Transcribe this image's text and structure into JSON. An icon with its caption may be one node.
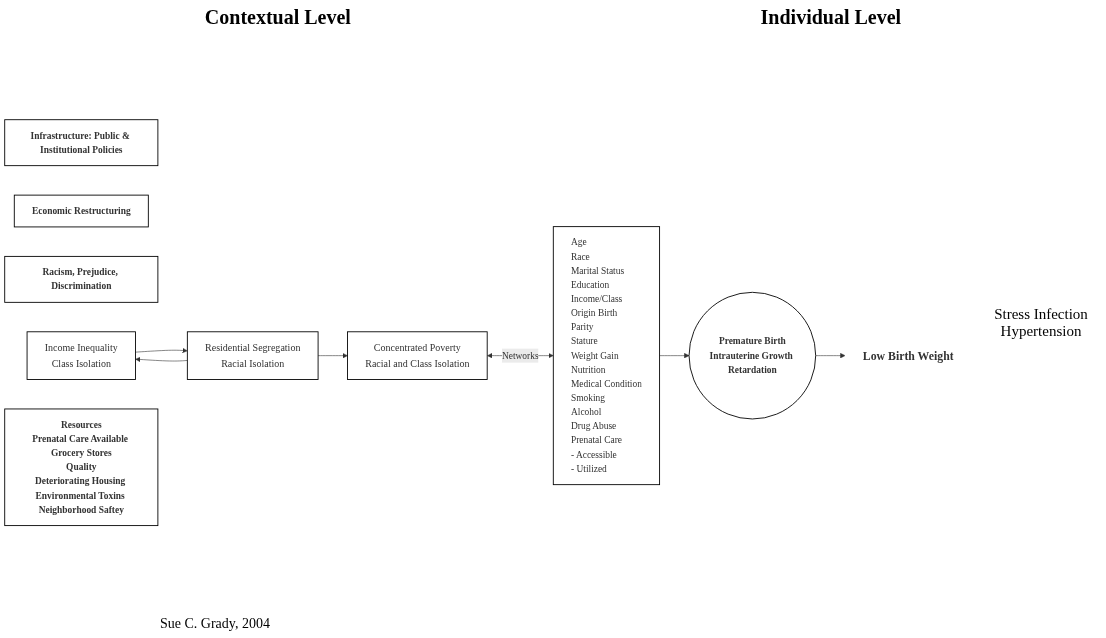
{
  "diagram": {
    "caption": "Sue C. Grady, 2004",
    "nodes": [
      {
        "text": [
          "Infrastructure: Public & Institutional Policies"
        ]
      },
      {
        "text": [
          "Economic Restructuring"
        ]
      },
      {
        "text": [
          "Racism, Prejudice, Discrimination"
        ]
      },
      {
        "text": [
          "Income Inequality",
          "Class Isolation"
        ]
      },
      {
        "text": [
          "Residential Segregation",
          "Racial Isolation"
        ]
      },
      {
        "text": [
          "Concentrated Poverty",
          "Racial and Class Isolation"
        ]
      },
      {
        "text": [
          "Resources",
          "Prenatal Care Available Grocery Stores",
          "Quality",
          "Deteriorating Housing Environmental Toxins Neighborhood Saftey"
        ]
      },
      {
        "text": [
          "Age",
          "Race",
          "Marital Status",
          "Education",
          "Income/Class",
          "Origin Birth",
          "Parity",
          "Stature",
          "Weight Gain",
          "Nutrition",
          "Medical Condition",
          "Smoking",
          "Alcohol",
          "Drug Abuse",
          "Prenatal Care",
          "- Accessible",
          "- Utilized"
        ]
      },
      {
        "text": [
          "Premature Birth",
          "Intrauterine Growth Retardation"
        ]
      },
      {
        "text": [
          "Low Birth Weight"
        ]
      }
    ],
    "edges": [
      {
        "from": 3,
        "to": 4,
        "arrow": "to"
      },
      {
        "from": 4,
        "to": 3,
        "arrow": "to"
      },
      {
        "from": 4,
        "to": 5,
        "arrow": "to"
      },
      {
        "from": 5,
        "to": 7,
        "arrow": "both",
        "label": "Networks"
      },
      {
        "from": 7,
        "to": 8,
        "arrow": "to"
      },
      {
        "from": 8,
        "to": 9,
        "arrow": "to"
      }
    ],
    "labels": [
      "Contextual Level",
      "Individual Level",
      "Stress Infection Hypertension"
    ]
  }
}
